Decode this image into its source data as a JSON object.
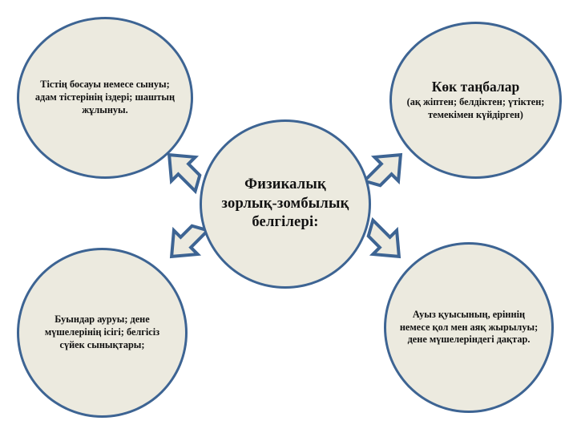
{
  "diagram": {
    "type": "hub-and-spoke",
    "background_color": "#ffffff",
    "node_fill_color": "#eceadf",
    "node_border_color": "#3d6493",
    "arrow_fill_color": "#eceadf",
    "arrow_border_color": "#3d6493",
    "center": {
      "label": "Физикалық зорлық-зомбылық белгілері:"
    },
    "nodes": [
      {
        "position": "top-left",
        "heading": "",
        "text": "Тістің босауы немесе сынуы; адам тістерінің іздері; шаштың жұлынуы."
      },
      {
        "position": "top-right",
        "heading": "Көк таңбалар",
        "text": "(ақ жіптен; белдіктен; үтіктен; темекімен күйдірген)"
      },
      {
        "position": "bottom-left",
        "heading": "",
        "text": "Буындар ауруы; дене мүшелерінің ісігі; белгісіз сүйек сынықтары;"
      },
      {
        "position": "bottom-right",
        "heading": "",
        "text": "Ауыз қуысының, еріннің немесе қол мен аяқ жырылуы; дене мүшелеріндегі дақтар."
      }
    ],
    "arrows": [
      {
        "name": "arrow-center-to-top-left",
        "direction": "up-left"
      },
      {
        "name": "arrow-center-to-top-right",
        "direction": "up-right"
      },
      {
        "name": "arrow-center-to-bottom-left",
        "direction": "down-left"
      },
      {
        "name": "arrow-center-to-bottom-right",
        "direction": "down-right"
      }
    ]
  }
}
